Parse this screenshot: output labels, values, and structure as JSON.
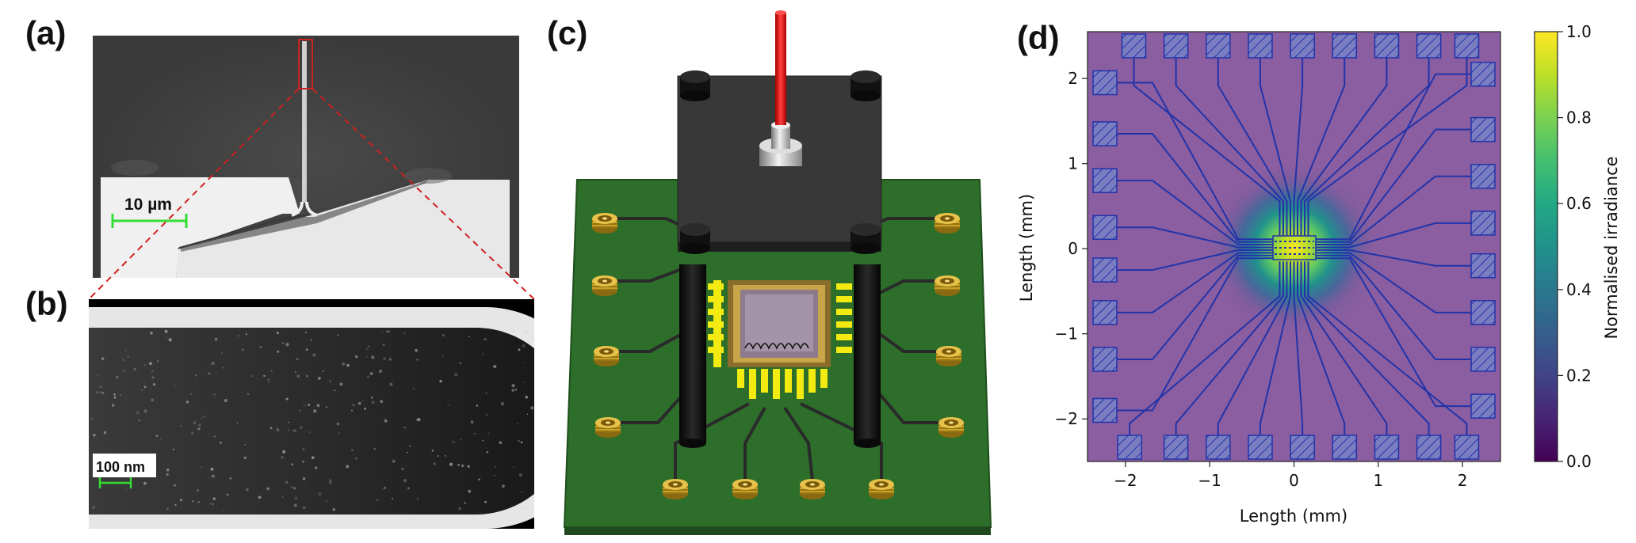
{
  "panels": {
    "a": {
      "letter": "(a)",
      "scalebar_label": "10 µm",
      "scalebar_color": "#33dd33"
    },
    "b": {
      "letter": "(b)",
      "scalebar_label": "100 nm",
      "scalebar_color": "#33dd33"
    },
    "c": {
      "letter": "(c)"
    },
    "d": {
      "letter": "(d)"
    }
  },
  "colors": {
    "zoom_box": "#cc2222",
    "pcb": "#2d6e2a",
    "pcb_trace": "#2a2a2a",
    "fiber": "#e02020",
    "gold": "#d4af37",
    "pad_yellow": "#f2ea10",
    "chip_pad_plate": "#7a7ec0",
    "chip_trace": "#2233aa"
  },
  "chart_data": {
    "type": "heatmap",
    "xlabel": "Length (mm)",
    "ylabel": "Length (mm)",
    "x_ticks": [
      -2,
      -1,
      0,
      1,
      2
    ],
    "y_ticks": [
      2,
      1,
      0,
      -1,
      -2
    ],
    "x_tick_labels": [
      "−2",
      "−1",
      "0",
      "1",
      "2"
    ],
    "y_tick_labels": [
      "2",
      "1",
      "0",
      "−1",
      "−2"
    ],
    "xlim": [
      -2.45,
      2.45
    ],
    "ylim": [
      -2.5,
      2.55
    ],
    "colorbar": {
      "label": "Normalised irradiance",
      "ticks": [
        0.0,
        0.2,
        0.4,
        0.6,
        0.8,
        1.0
      ],
      "tick_labels": [
        "0.0",
        "0.2",
        "0.4",
        "0.6",
        "0.8",
        "1.0"
      ],
      "range": [
        0.0,
        1.0
      ],
      "colormap": "viridis"
    },
    "beam": {
      "center": [
        0,
        0
      ],
      "sigma_mm": 0.35,
      "peak": 1.0
    },
    "pads": {
      "top_x": [
        -1.9,
        -1.4,
        -0.9,
        -0.4,
        0.1,
        0.6,
        1.1,
        1.6,
        2.05
      ],
      "bottom_x": [
        -1.95,
        -1.4,
        -0.9,
        -0.4,
        0.1,
        0.6,
        1.1,
        1.6,
        2.05
      ],
      "left_y": [
        1.95,
        1.35,
        0.8,
        0.25,
        -0.25,
        -0.75,
        -1.3,
        -1.9
      ],
      "right_y": [
        2.05,
        1.4,
        0.85,
        0.3,
        -0.2,
        -0.75,
        -1.3,
        -1.85
      ]
    }
  }
}
